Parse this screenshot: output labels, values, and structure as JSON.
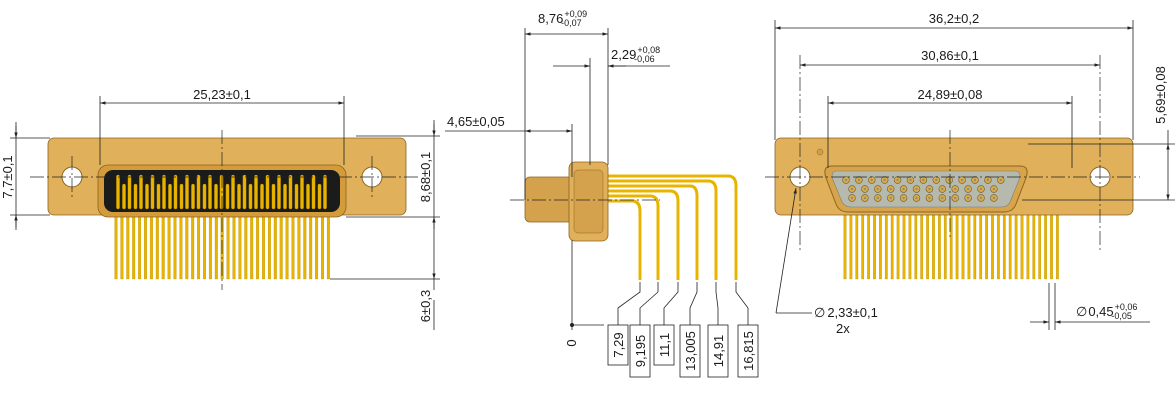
{
  "front_view": {
    "width_dim": "25,23±0,1",
    "left_height_dim": "7,7±0,1",
    "right_height_dim": "8,68±0,1",
    "pin_length_dim": "6±0,3"
  },
  "side_view": {
    "depth_dim": {
      "base": "8,76",
      "upper": "+0,09",
      "lower": "-0,07"
    },
    "flange_dim": {
      "base": "2,29",
      "upper": "+0,08",
      "lower": "-0,06"
    },
    "body_dim": "4,65±0,05",
    "origin_label": "0",
    "pin_offsets": [
      "7,29",
      "9,195",
      "11,1",
      "13,005",
      "14,91",
      "16,815"
    ]
  },
  "rear_view": {
    "overall_width_dim": "36,2±0,2",
    "hole_spacing_dim": "30,86±0,1",
    "shell_width_dim": "24,89±0,08",
    "height_dim": "5,69±0,08",
    "hole_dia_dim": "2,33±0,1",
    "hole_dia_symbol": "∅",
    "hole_count": "2x",
    "pin_dia_dim": {
      "symbol": "∅",
      "base": "0,45",
      "upper": "+0,06",
      "lower": "-0,05"
    }
  },
  "colors": {
    "gold_body": "#e0b15a",
    "gold_pin": "#e8b400",
    "insert_black": "#1b1b1b",
    "insert_gray": "#b5b9ae"
  }
}
